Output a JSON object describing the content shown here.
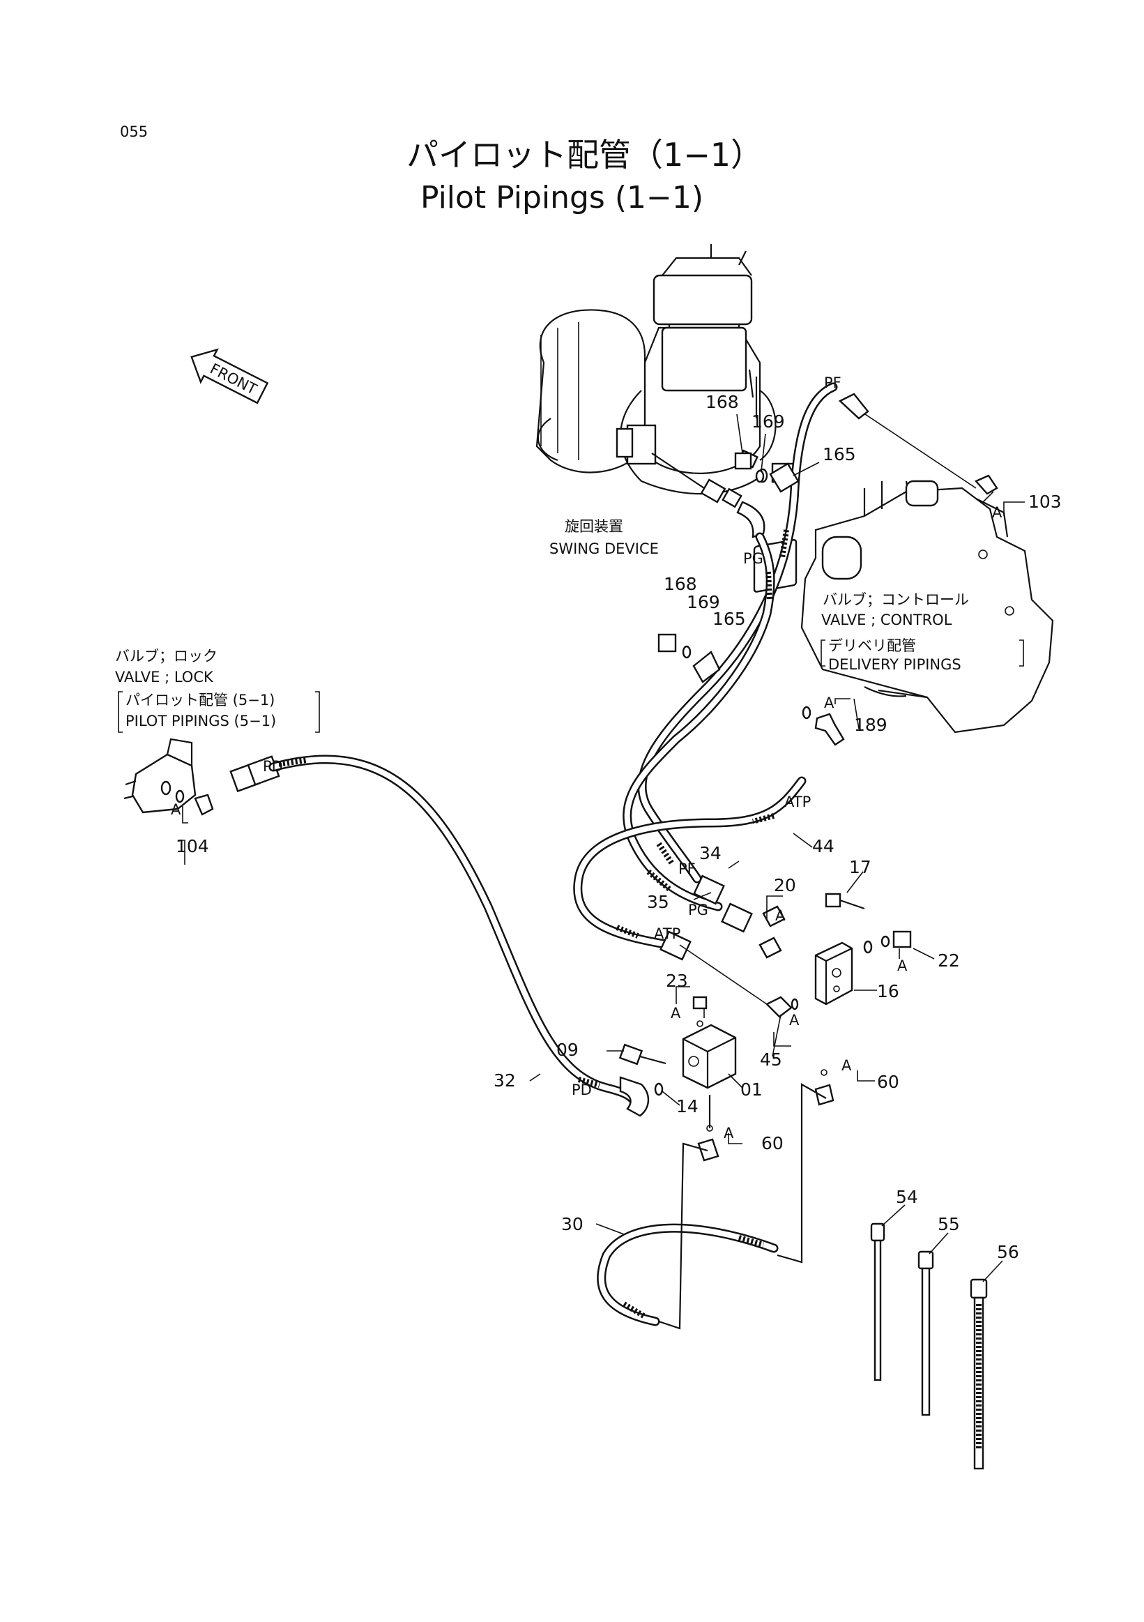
{
  "page_number": "055",
  "title_jp": "パイロット配管（1−1）",
  "title_en": "Pilot Pipings (1−1)",
  "front_label": "FRONT",
  "swing_device": {
    "jp": "旋回装置",
    "en": "SWING DEVICE"
  },
  "control_valve": {
    "jp": "バルブ；コントロール",
    "en": "VALVE ; CONTROL",
    "ref_jp": "デリベリ配管",
    "ref_en": "DELIVERY PIPINGS"
  },
  "lock_valve": {
    "jp": "バルブ；ロック",
    "en": "VALVE ; LOCK",
    "ref_jp": "パイロット配管 (5−1)",
    "ref_en": "PILOT PIPINGS (5−1)"
  },
  "port_labels": {
    "pf": "PF",
    "pg": "PG",
    "pd": "PD",
    "atp": "ATP",
    "a": "A"
  },
  "part_numbers": {
    "p168": "168",
    "p169": "169",
    "p165": "165",
    "p103": "103",
    "p189": "189",
    "p104": "104",
    "p44": "44",
    "p34": "34",
    "p35": "35",
    "p17": "17",
    "p20": "20",
    "p22": "22",
    "p16": "16",
    "p23": "23",
    "p09": "09",
    "p01": "01",
    "p14": "14",
    "p45": "45",
    "p32": "32",
    "p60": "60",
    "p30": "30",
    "p54": "54",
    "p55": "55",
    "p56": "56"
  }
}
